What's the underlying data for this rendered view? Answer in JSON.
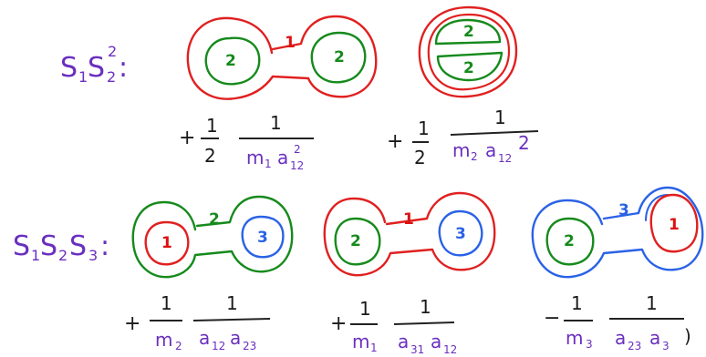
{
  "colors": {
    "red": "#e02020",
    "green": "#168a1c",
    "blue": "#2a62e6",
    "ink_purple": "#6a2fbf",
    "ink_dark": "#222222"
  },
  "row1": {
    "label": {
      "s": "S",
      "sub1": "1",
      "sub2": "2",
      "sup": "2",
      "colon": ":"
    },
    "diagram_a": {
      "inner_left": "2",
      "inner_right": "2",
      "bridge": "1"
    },
    "diagram_b": {
      "top": "2",
      "bottom": "2"
    },
    "term_a": {
      "sign": "+",
      "coef_num": "1",
      "coef_den": "2",
      "num": "1",
      "den_m": "m",
      "den_m_sub": "1",
      "den_a": "a",
      "den_a_sub": "12",
      "den_a_sup": "2"
    },
    "term_b": {
      "sign": "+",
      "coef_num": "1",
      "coef_den": "2",
      "num": "1",
      "den_m": "m",
      "den_m_sub": "2",
      "den_a": "a",
      "den_a_sub": "12",
      "den_a_sup": "2"
    }
  },
  "row2": {
    "label": {
      "s1": "S",
      "sub1": "1",
      "s2": "S",
      "sub2": "2",
      "s3": "S",
      "sub3": "3",
      "colon": ":"
    },
    "diagram_a": {
      "left": "1",
      "right": "3",
      "bridge": "2"
    },
    "diagram_b": {
      "left": "2",
      "right": "3",
      "bridge": "1"
    },
    "diagram_c": {
      "left": "2",
      "right": "1",
      "bridge": "3"
    },
    "term_a": {
      "sign": "+",
      "coef_num": "1",
      "den_m": "m",
      "den_m_sub": "2",
      "num": "1",
      "den_a1": "a",
      "den_a1_sub": "12",
      "den_a2": "a",
      "den_a2_sub": "23"
    },
    "term_b": {
      "sign": "+",
      "coef_num": "1",
      "den_m": "m",
      "den_m_sub": "1",
      "num": "1",
      "den_a1": "a",
      "den_a1_sub": "31",
      "den_a2": "a",
      "den_a2_sub": "12"
    },
    "term_c": {
      "sign": "−",
      "coef_num": "1",
      "den_m": "m",
      "den_m_sub": "3",
      "num": "1",
      "den_a1": "a",
      "den_a1_sub": "23",
      "den_a2": "a",
      "den_a2_sub": "3",
      "trail": ")"
    }
  }
}
